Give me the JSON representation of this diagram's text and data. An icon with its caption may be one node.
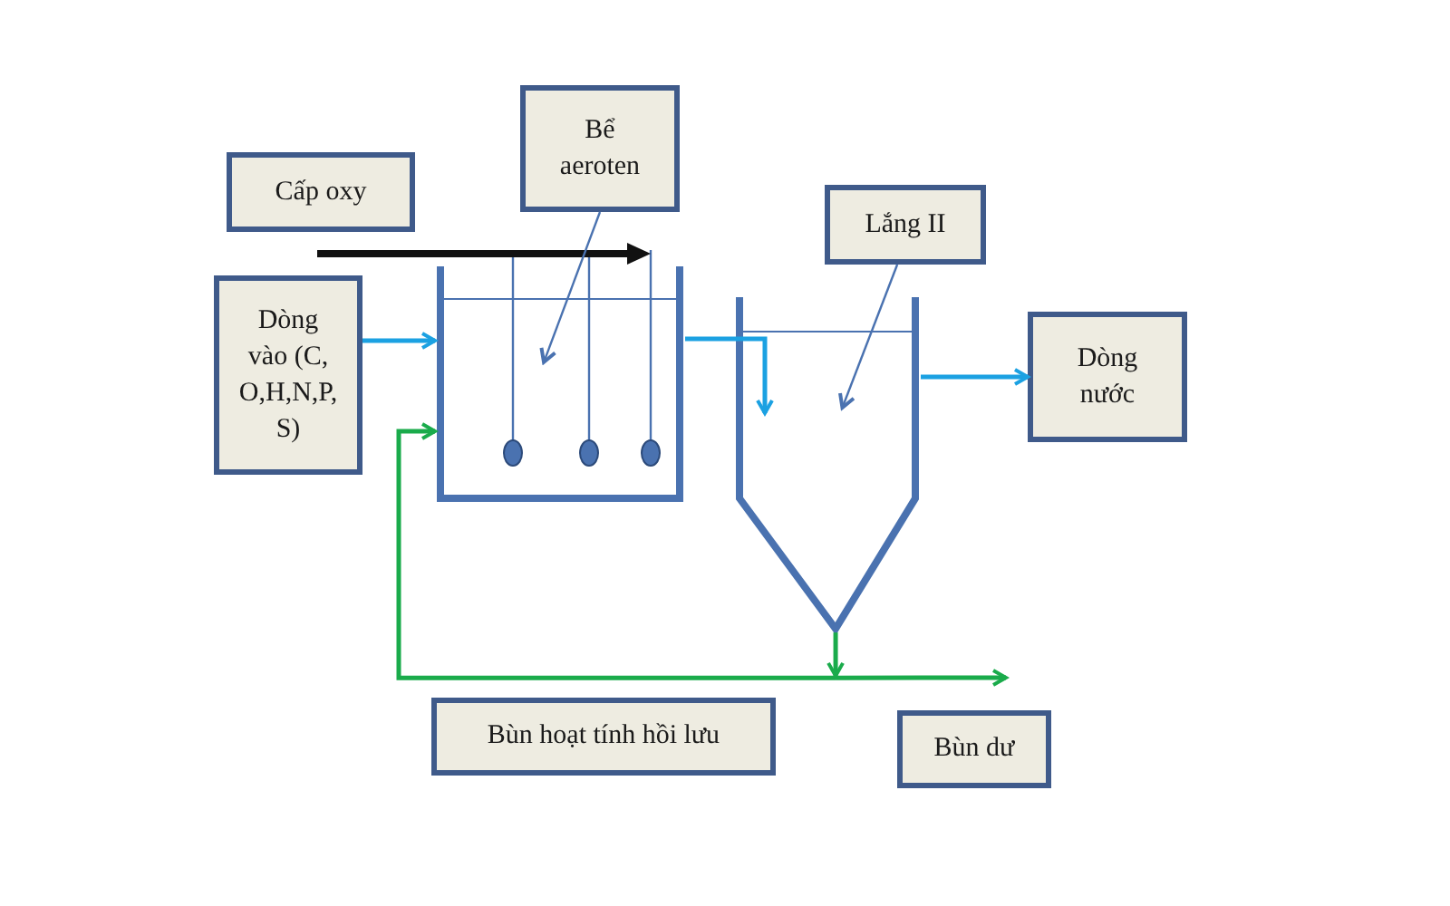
{
  "diagram": {
    "nodes": [
      {
        "text": [
          "Bể aeroten"
        ]
      },
      {
        "text": [
          "Cấp oxy"
        ]
      },
      {
        "text": [
          "Dòng vào (C, O,H,N,P, S)"
        ]
      },
      {
        "text": [
          "Lắng II"
        ]
      },
      {
        "text": [
          "Dòng nước"
        ]
      },
      {
        "text": [
          "Bùn hoạt tính hồi lưu"
        ]
      },
      {
        "text": [
          "Bùn dư"
        ]
      },
      {
        "text": [],
        "shape": "tank"
      },
      {
        "text": [],
        "shape": "tank"
      }
    ],
    "edges": [
      {
        "from": 2,
        "to": 7,
        "arrow": "to"
      },
      {
        "from": 7,
        "to": 8,
        "arrow": "to"
      },
      {
        "from": 8,
        "to": 4,
        "arrow": "to"
      },
      {
        "from": 0,
        "to": 7,
        "arrow": "to",
        "color": "#4a72b0"
      },
      {
        "from": 3,
        "to": 8,
        "arrow": "to",
        "color": "#4a72b0"
      },
      {
        "from": 8,
        "to": 7,
        "arrow": "to",
        "color": "#1aab4b"
      },
      {
        "from": 8,
        "to": 6,
        "arrow": "to",
        "color": "#1aab4b"
      }
    ]
  }
}
